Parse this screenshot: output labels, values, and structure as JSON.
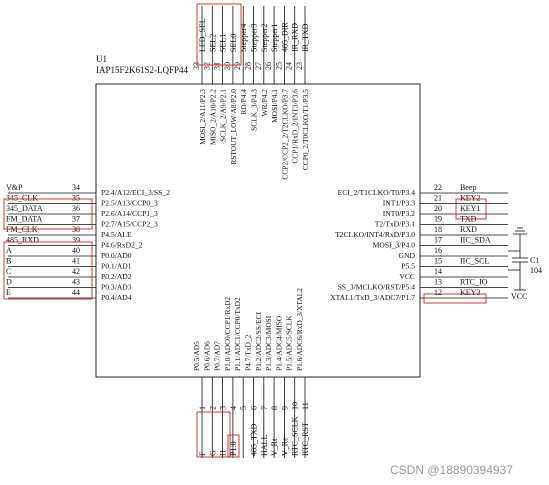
{
  "chip": {
    "ref": "U1",
    "part": "IAP15F2K61S2-LQFP44"
  },
  "left_pins": [
    {
      "num": "34",
      "name": "P2.4/A12/ECI_3/SS_2",
      "net": "V&P"
    },
    {
      "num": "35",
      "name": "P2.5/A13/CCP0_3",
      "net": "345_CLK"
    },
    {
      "num": "36",
      "name": "P2.6/A14/CCP1_3",
      "net": "345_DATA"
    },
    {
      "num": "37",
      "name": "P2.7/A15/CCP2_3",
      "net": "FM_DATA"
    },
    {
      "num": "38",
      "name": "P4.5/ALE",
      "net": "FM_CLK"
    },
    {
      "num": "39",
      "name": "P4.6/RxD2_2",
      "net": "485_RXD"
    },
    {
      "num": "40",
      "name": "P0.0/AD0",
      "net": "A"
    },
    {
      "num": "41",
      "name": "P0.1/AD1",
      "net": "B"
    },
    {
      "num": "42",
      "name": "P0.2/AD2",
      "net": "C"
    },
    {
      "num": "43",
      "name": "P0.3/AD3",
      "net": "D"
    },
    {
      "num": "44",
      "name": "P0.4/AD4",
      "net": "E"
    }
  ],
  "right_pins": [
    {
      "num": "22",
      "name": "ECI_2/T1CLKO/T0/P3.4",
      "net": "Beep"
    },
    {
      "num": "21",
      "name": "INT1/P3.3",
      "net": "KEY2"
    },
    {
      "num": "20",
      "name": "INT0/P3.2",
      "net": "KEY1"
    },
    {
      "num": "19",
      "name": "T2/TxD/P3.1",
      "net": "TXD"
    },
    {
      "num": "18",
      "name": "T2CLKO/INT4/RxD/P3.0",
      "net": "RXD"
    },
    {
      "num": "17",
      "name": "MOSI_3/P4.0",
      "net": "IIC_SDA"
    },
    {
      "num": "16",
      "name": "GND",
      "net": ""
    },
    {
      "num": "15",
      "name": "P5.5",
      "net": "IIC_SCL"
    },
    {
      "num": "14",
      "name": "VCC",
      "net": ""
    },
    {
      "num": "13",
      "name": "SS_3/MCLKO/RST/P5.4",
      "net": "RTC_IO"
    },
    {
      "num": "12",
      "name": "XTAL1/TxD_3/ADC7/P1.7",
      "net": "KEY3"
    }
  ],
  "top_pins": [
    {
      "num": "33",
      "name": "MOSI_2/A11/P2.3",
      "net": "LED_SEL"
    },
    {
      "num": "32",
      "name": "MISO_2/A10/P2.2",
      "net": "SEL2"
    },
    {
      "num": "31",
      "name": "SCLK_2/A9/P2.1",
      "net": "SEL1"
    },
    {
      "num": "30",
      "name": "RSTOUT_LOW/A8/P2.0",
      "net": "SEL0"
    },
    {
      "num": "29",
      "name": "RD/P4.4",
      "net": "Stepper4"
    },
    {
      "num": "28",
      "name": "SCLK_3/P4.3",
      "net": "Stepper3"
    },
    {
      "num": "27",
      "name": "WR/P4.2",
      "net": "Stepper2"
    },
    {
      "num": "26",
      "name": "MOSI/P4.1",
      "net": "Stepper1"
    },
    {
      "num": "25",
      "name": "CCP2/CCP2_2/T2CLKO/P3.7",
      "net": "485_DIR"
    },
    {
      "num": "24",
      "name": "CCP1/RxD_2/INT3/P3.6",
      "net": "IR_RXD"
    },
    {
      "num": "23",
      "name": "CCP0_2/T0CLKO/T1/P3.5",
      "net": "IR_TXD"
    }
  ],
  "bottom_pins": [
    {
      "num": "1",
      "name": "P0.5/AD5",
      "net": "F"
    },
    {
      "num": "2",
      "name": "P0.6/AD6",
      "net": "G"
    },
    {
      "num": "3",
      "name": "P0.7/AD7",
      "net": "H"
    },
    {
      "num": "4",
      "name": "P1.0/ADC0/CCP1/RxD2",
      "net": "P1.0"
    },
    {
      "num": "5",
      "name": "P1.1/ADC1/CCP0/TxD2",
      "net": ""
    },
    {
      "num": "6",
      "name": "P4.7/TxD_2",
      "net": "485_TXD"
    },
    {
      "num": "7",
      "name": "P1.2/ADC2/SS/ECI",
      "net": "HALL"
    },
    {
      "num": "8",
      "name": "P1.3/ADC3/MOSI",
      "net": "V_Rt"
    },
    {
      "num": "9",
      "name": "P1.4/ADC4/MISO",
      "net": "V_Re"
    },
    {
      "num": "10",
      "name": "P1.5/ADC5/SCLK",
      "net": "RTC_SCLK"
    },
    {
      "num": "11",
      "name": "P1.6/ADC6/RxD_3/XTAL2",
      "net": "RTC_RST"
    }
  ],
  "capacitor": {
    "ref": "C1",
    "value": "104",
    "supply": "VCC"
  },
  "watermark": "CSDN @18890394937"
}
